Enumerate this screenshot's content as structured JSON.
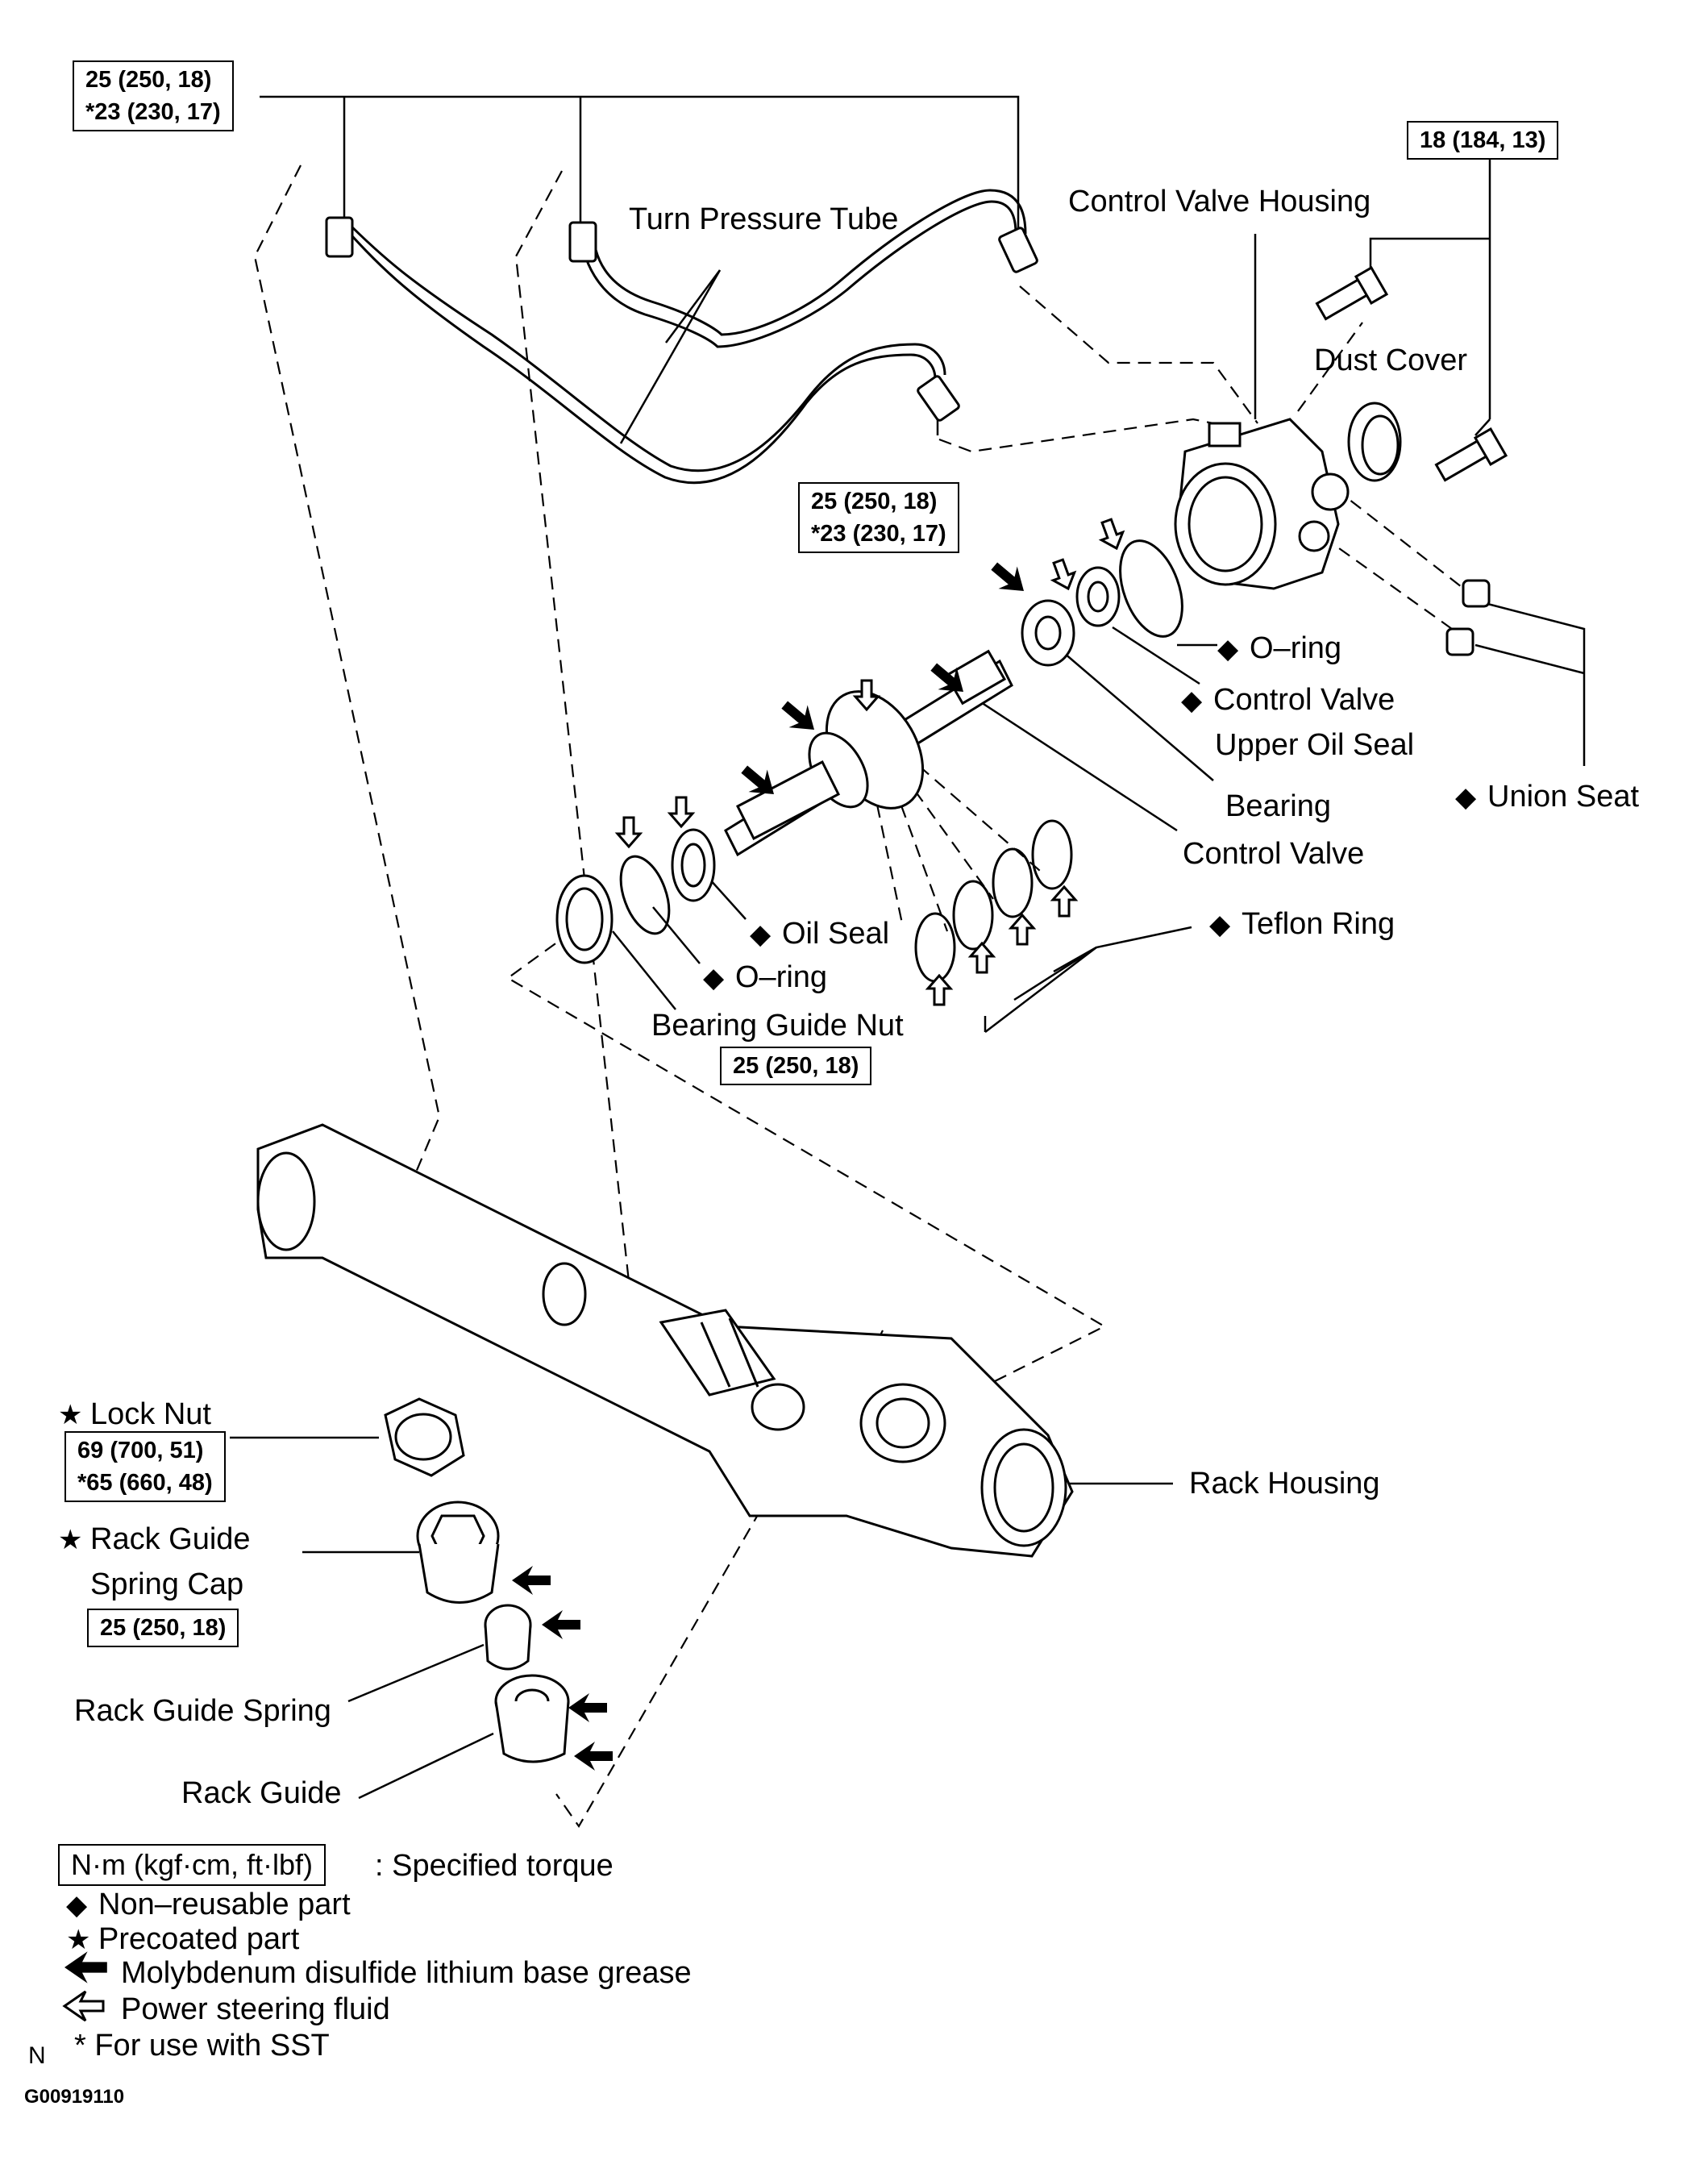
{
  "torque_boxes": {
    "pressure_tube_top": [
      "25 (250, 18)",
      "*23 (230, 17)"
    ],
    "pressure_tube_mid": [
      "25 (250, 18)",
      "*23 (230, 17)"
    ],
    "housing_bolts": "18 (184, 13)",
    "bearing_guide_nut": "25 (250, 18)",
    "lock_nut": [
      "69 (700, 51)",
      "*65 (660, 48)"
    ],
    "spring_cap": "25 (250, 18)",
    "legend_unit": "N·m (kgf·cm, ft·lbf)"
  },
  "labels": {
    "turn_pressure_tube": "Turn Pressure Tube",
    "control_valve_housing": "Control Valve Housing",
    "dust_cover": "Dust Cover",
    "o_ring_upper": "O–ring",
    "control_valve_upper_oil_seal_1": "Control Valve",
    "control_valve_upper_oil_seal_2": "Upper Oil Seal",
    "union_seat": "Union Seat",
    "bearing": "Bearing",
    "control_valve": "Control Valve",
    "teflon_ring": "Teflon Ring",
    "oil_seal": "Oil Seal",
    "o_ring_lower": "O–ring",
    "bearing_guide_nut": "Bearing Guide Nut",
    "lock_nut": "Lock Nut",
    "rack_guide_spring_cap_1": "Rack Guide",
    "rack_guide_spring_cap_2": "Spring Cap",
    "rack_guide_spring": "Rack Guide Spring",
    "rack_guide": "Rack Guide",
    "rack_housing": "Rack Housing"
  },
  "symbols": {
    "non_reusable": "◆",
    "precoated": "★"
  },
  "legend": {
    "specified_torque": ": Specified torque",
    "non_reusable": "Non–reusable part",
    "precoated": "Precoated part",
    "grease": "Molybdenum disulfide lithium base grease",
    "fluid": "Power steering fluid",
    "sst": "* For use with SST"
  },
  "footer": {
    "corner_letter": "N",
    "figure_code": "G00919110"
  }
}
